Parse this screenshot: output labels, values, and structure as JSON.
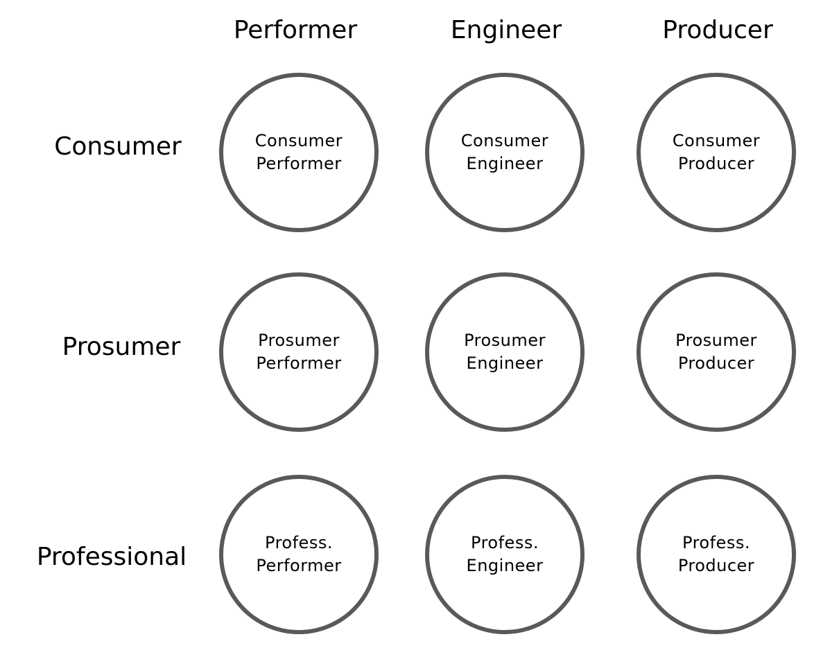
{
  "columns": [
    "Performer",
    "Engineer",
    "Producer"
  ],
  "rows": [
    "Consumer",
    "Prosumer",
    "Professional"
  ],
  "cells": [
    [
      {
        "line1": "Consumer",
        "line2": "Performer"
      },
      {
        "line1": "Consumer",
        "line2": "Engineer"
      },
      {
        "line1": "Consumer",
        "line2": "Producer"
      }
    ],
    [
      {
        "line1": "Prosumer",
        "line2": "Performer"
      },
      {
        "line1": "Prosumer",
        "line2": "Engineer"
      },
      {
        "line1": "Prosumer",
        "line2": "Producer"
      }
    ],
    [
      {
        "line1": "Profess.",
        "line2": "Performer"
      },
      {
        "line1": "Profess.",
        "line2": "Engineer"
      },
      {
        "line1": "Profess.",
        "line2": "Producer"
      }
    ]
  ],
  "colors": {
    "circle_stroke": "#595959",
    "text": "#000000",
    "background": "#ffffff"
  }
}
